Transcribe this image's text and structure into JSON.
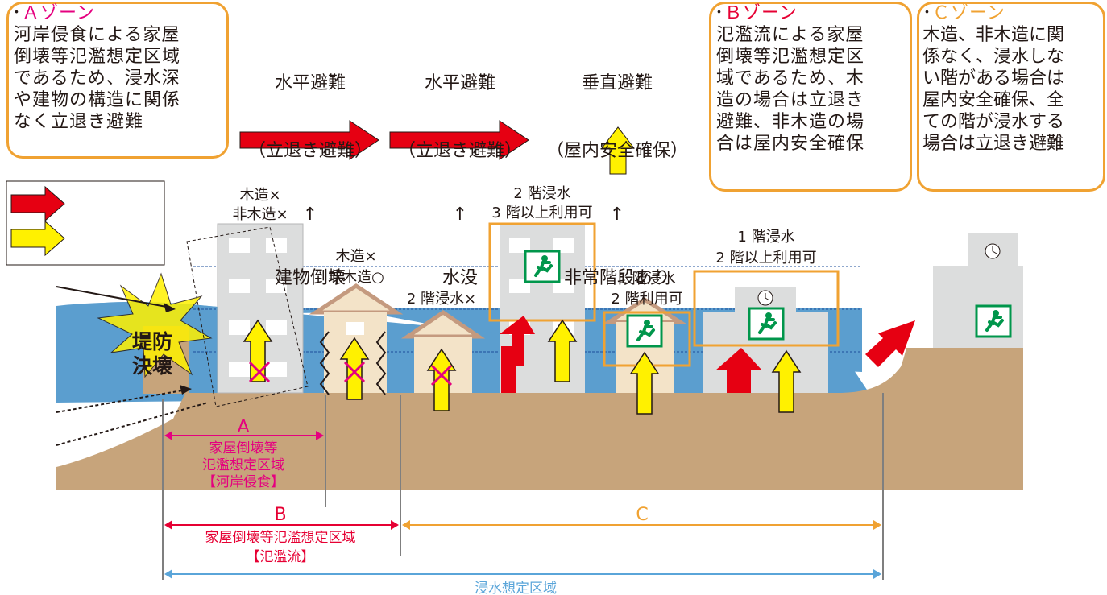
{
  "zones": {
    "a": {
      "title": "Ａゾーン",
      "body": "河岸侵食による家屋\n倒壊等氾濫想定区域\nであるため、浸水深\nや建物の構造に関係\nなく立退き避難"
    },
    "b": {
      "title": "Ｂゾーン",
      "body": "氾濫流による家屋\n倒壊等氾濫想定区\n域であるため、木\n造の場合は立退き\n避難、非木造の場\n合は屋内安全確保"
    },
    "c": {
      "title": "Ｃゾーン",
      "body": "木造、非木造に関\n係なく、浸水しな\nい階がある場合は\n屋内安全確保、全\nての階が浸水する\n場合は立退き避難"
    }
  },
  "headers": [
    {
      "top": "水平避難",
      "sub": "（立退き避難）",
      "arrow": "↑",
      "cause": "建物倒壊"
    },
    {
      "top": "水平避難",
      "sub": "（立退き避難）",
      "arrow": "↑",
      "cause": "水没"
    },
    {
      "top": "垂直避難",
      "sub": "（屋内安全確保）",
      "arrow": "↑",
      "cause": "非常階段あり"
    }
  ],
  "buildings": {
    "tall": {
      "l1": "木造×",
      "l2": "非木造×"
    },
    "house1": {
      "l1": "木造×",
      "l2": "非木造○"
    },
    "house2": {
      "l1": "2 階浸水×"
    },
    "mid": {
      "l1": "2 階浸水",
      "l2": "3 階以上利用可"
    },
    "house3": {
      "l1": "1 階浸水",
      "l2": "2 階利用可"
    },
    "wide": {
      "l1": "1 階浸水",
      "l2": "2 階以上利用可"
    }
  },
  "dike": {
    "l1": "堤防",
    "l2": "決壊"
  },
  "ranges": {
    "a": {
      "letter": "A",
      "l1": "家屋倒壊等",
      "l2": "氾濫想定区域",
      "l3": "【河岸侵食】"
    },
    "b": {
      "letter": "B",
      "l1": "家屋倒壊等氾濫想定区域",
      "l2": "【氾濫流】"
    },
    "c": {
      "letter": "C"
    },
    "total": {
      "label": "浸水想定区域"
    }
  },
  "colors": {
    "zone_border": "#f0a232",
    "zone_a": "#e5007f",
    "zone_b": "#e60033",
    "zone_c": "#f0a232",
    "total": "#5aa5d9",
    "water": "#5b9ecf",
    "ground": "#c7a47b",
    "red_arrow": "#e60012",
    "yellow_arrow": "#fff100",
    "exit_green": "#00964b"
  },
  "icons": [
    "red-arrow-icon",
    "yellow-arrow-icon",
    "exit-sign-icon",
    "clock-icon",
    "cross-mark-icon"
  ]
}
